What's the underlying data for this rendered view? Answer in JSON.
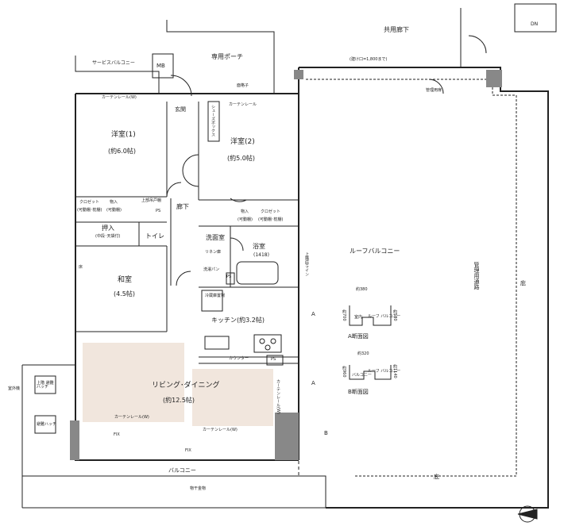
{
  "labels": {
    "common_corridor": "共用廊下",
    "service_balcony": "サービスバルコニー",
    "mb": "MB",
    "private_porch": "専用ポーチ",
    "gate_width_note": "(建け口=1,800まで)",
    "dn": "DN",
    "management_door": "管理用扉",
    "curtain_rail_w": "カーテンレール(W)",
    "curtain_rail": "カーテンレール",
    "lattice": "面格子",
    "entrance": "玄関",
    "shoe_box": "シューズボックス",
    "western1_name": "洋室(1)",
    "western1_size": "(約6.0帖)",
    "western2_name": "洋室(2)",
    "western2_size": "(約5.0帖)",
    "closet": "クロゼット",
    "closet_sub": "(可動棚･枕棚)",
    "storage": "物入",
    "storage_sub": "(可動棚)",
    "upper_storage": "上部吊戸棚",
    "ps": "PS",
    "corridor": "廊下",
    "oshiire": "押入",
    "oshiire_sub": "(中段･天袋付)",
    "toilet": "トイレ",
    "washroom": "洗面室",
    "linen": "リネン庫",
    "bathroom": "浴室",
    "bath_size": "(1418)",
    "laundry_pan": "洗濯パン",
    "japanese_room": "和室",
    "japanese_size": "(4.5帖)",
    "tokonoma": "床",
    "fridge": "冷蔵庫置場",
    "kitchen": "キッチン(約3.2帖)",
    "counter": "カウンター",
    "living": "リビング･ダイニング",
    "living_size": "(約12.5帖)",
    "roof_balcony": "ルーフバルコニー",
    "management_path": "管理用通路",
    "upper_eave": "上階庇ライン",
    "eave": "庇",
    "section_a": "A断面図",
    "section_b": "B断面図",
    "a_mark": "A",
    "b_mark": "B",
    "dim_380": "約380",
    "dim_700": "約700",
    "dim_580": "約580",
    "dim_320": "約320",
    "dim_960": "約960",
    "dim_1140": "約1140",
    "indoor": "室内",
    "roof_balcony_short": "ルーフ バルコニー",
    "balcony": "バルコニー",
    "fix": "FIX",
    "evac_hatch_upper": "上階 避難ハッチ",
    "evac_hatch": "避難ハッチ",
    "air_conditioner": "室外機",
    "hanger": "物干金物",
    "north": "N"
  }
}
